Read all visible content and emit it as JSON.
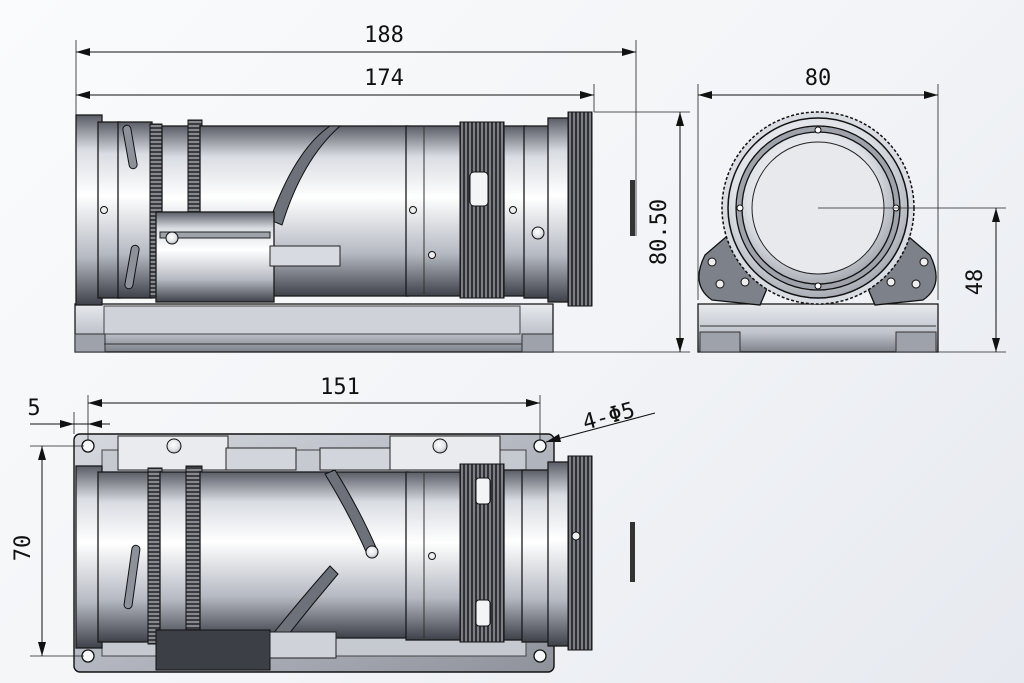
{
  "drawing": {
    "dimensions": {
      "overall_length": "188",
      "body_length": "174",
      "height": "80.50",
      "width": "80",
      "axis_height": "48",
      "hole_offset": "5",
      "hole_spacing_length": "151",
      "hole_spacing_width": "70",
      "mount_holes": "4-Φ5"
    },
    "colors": {
      "metal_light": "#f4f5f7",
      "metal_mid": "#b9bdc6",
      "metal_dark": "#4a4d55",
      "line": "#111111"
    }
  }
}
